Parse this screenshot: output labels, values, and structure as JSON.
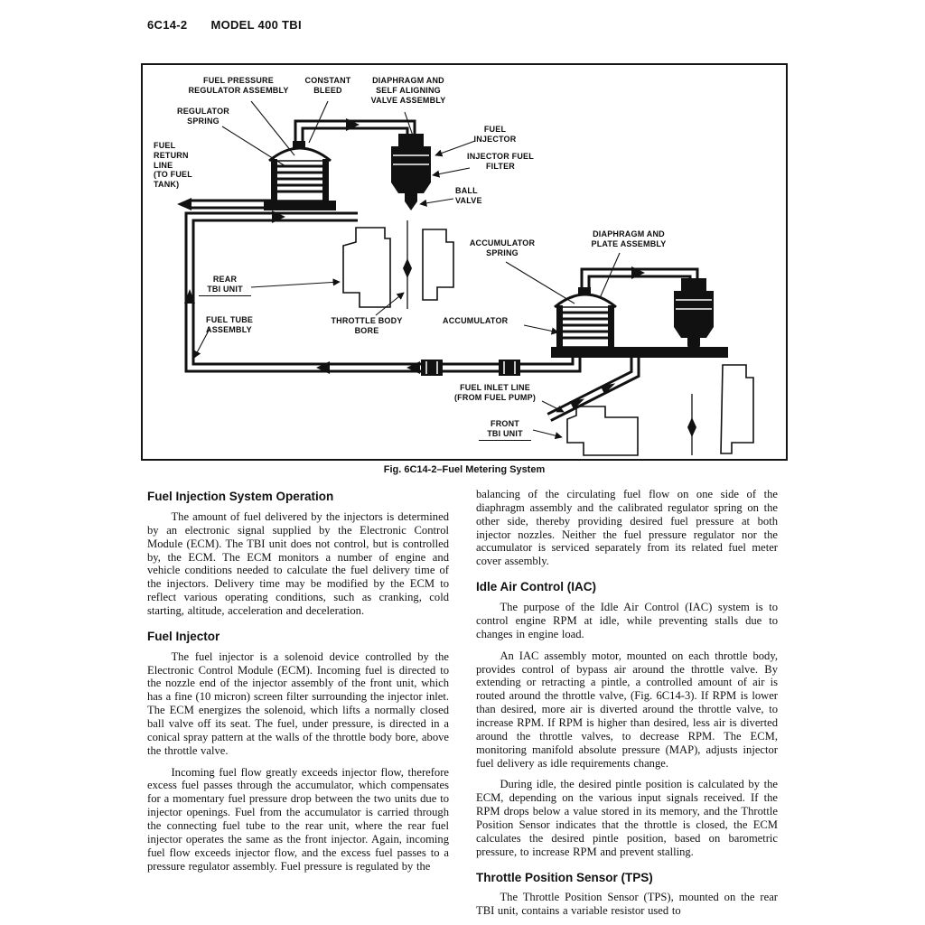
{
  "colors": {
    "ink": "#111111",
    "paper": "#ffffff"
  },
  "header": {
    "code": "6C14-2",
    "title": "MODEL 400 TBI"
  },
  "figure": {
    "caption": "Fig. 6C14-2–Fuel Metering System",
    "labels": {
      "fuel_pressure_regulator_assembly": "FUEL PRESSURE\nREGULATOR ASSEMBLY",
      "constant_bleed": "CONSTANT\nBLEED",
      "diaphragm_self_aligning": "DIAPHRAGM AND\nSELF ALIGNING\nVALVE ASSEMBLY",
      "regulator_spring": "REGULATOR\nSPRING",
      "fuel_return_line": "FUEL\nRETURN\nLINE\n(TO FUEL\nTANK)",
      "fuel_injector": "FUEL\nINJECTOR",
      "injector_fuel_filter": "INJECTOR FUEL\nFILTER",
      "ball_valve": "BALL\nVALVE",
      "accumulator_spring": "ACCUMULATOR\nSPRING",
      "diaphragm_plate_assembly": "DIAPHRAGM AND\nPLATE ASSEMBLY",
      "rear_tbi_unit": "REAR\nTBI UNIT",
      "fuel_tube_assembly": "FUEL TUBE\nASSEMBLY",
      "throttle_body_bore": "THROTTLE BODY\nBORE",
      "accumulator": "ACCUMULATOR",
      "fuel_inlet_line": "FUEL INLET LINE\n(FROM FUEL PUMP)",
      "front_tbi_unit": "FRONT\nTBI UNIT"
    }
  },
  "left_column": {
    "heading1": "Fuel Injection System Operation",
    "para1": "The amount of fuel delivered by the injectors is determined by an electronic signal supplied by the Electronic Control Module (ECM). The TBI unit does not control, but is controlled by, the ECM. The ECM monitors a number of engine and vehicle conditions needed to calculate the fuel delivery time of the injectors. Delivery time may be modified by the ECM to reflect various operating conditions, such as cranking, cold starting, altitude, acceleration and deceleration.",
    "heading2": "Fuel Injector",
    "para2": "The fuel injector is a solenoid device controlled by the Electronic Control Module (ECM). Incoming fuel is directed to the nozzle end of the injector assembly of the front unit, which has a fine (10 micron) screen filter surrounding the injector inlet. The ECM energizes the solenoid, which lifts a normally closed ball valve off its seat. The fuel, under pressure, is directed in a conical spray pattern at the walls of the throttle body bore, above the throttle valve.",
    "para3": "Incoming fuel flow greatly exceeds injector flow, therefore excess fuel passes through the accumulator, which compensates for a momentary fuel pressure drop between the two units due to injector openings. Fuel from the accumulator is carried through the connecting fuel tube to the rear unit, where the rear fuel injector operates the same as the front injector. Again, incoming fuel flow exceeds injector flow, and the excess fuel passes to a pressure regulator assembly. Fuel pressure is regulated by the"
  },
  "right_column": {
    "para1": "balancing of the circulating fuel flow on one side of the diaphragm assembly and the calibrated regulator spring on the other side, thereby providing desired fuel pressure at both injector nozzles. Neither the fuel pressure regulator nor the accumulator is serviced separately from its related fuel meter cover assembly.",
    "heading1": "Idle Air Control (IAC)",
    "para2": "The purpose of the Idle Air Control (IAC) system is to control engine RPM at idle, while preventing stalls due to changes in engine load.",
    "para3": "An IAC assembly motor, mounted on each throttle body, provides control of bypass air around the throttle valve. By extending or retracting a pintle, a controlled amount of air is routed around the throttle valve, (Fig. 6C14-3). If RPM is lower than desired, more air is diverted around the throttle valve, to increase RPM. If RPM is higher than desired, less air is diverted around the throttle valves, to decrease RPM. The ECM, monitoring manifold absolute pressure (MAP), adjusts injector fuel delivery as idle requirements change.",
    "para4": "During idle, the desired pintle position is calculated by the ECM, depending on the various input signals received. If the RPM drops below a value stored in its memory, and the Throttle Position Sensor indicates that the throttle is closed, the ECM calculates the desired pintle position, based on barometric pressure, to increase RPM and prevent stalling.",
    "heading2": "Throttle Position Sensor (TPS)",
    "para5": "The Throttle Position Sensor (TPS), mounted on the rear TBI unit, contains a variable resistor used to"
  }
}
